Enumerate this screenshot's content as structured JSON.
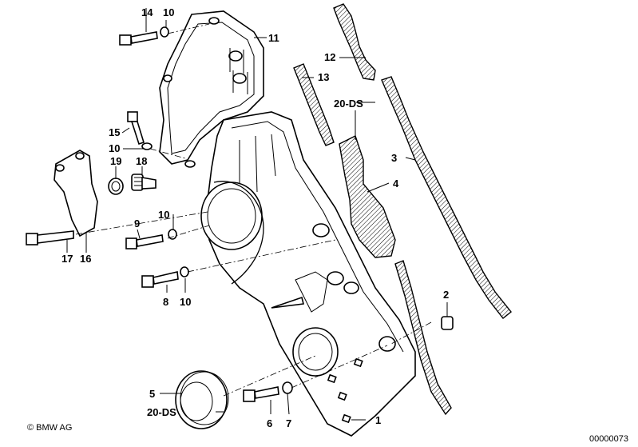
{
  "labels": {
    "l1": "1",
    "l2": "2",
    "l3": "3",
    "l4": "4",
    "l5": "5",
    "l6": "6",
    "l7": "7",
    "l8": "8",
    "l9": "9",
    "l10a": "10",
    "l10b": "10",
    "l10c": "10",
    "l10d": "10",
    "l11": "11",
    "l12": "12",
    "l13": "13",
    "l14": "14",
    "l15": "15",
    "l16": "16",
    "l17": "17",
    "l18": "18",
    "l19": "19",
    "l20a": "20-DS",
    "l20b": "20-DS"
  },
  "footer": {
    "copyright": "© BMW AG",
    "image_number": "00000073"
  }
}
